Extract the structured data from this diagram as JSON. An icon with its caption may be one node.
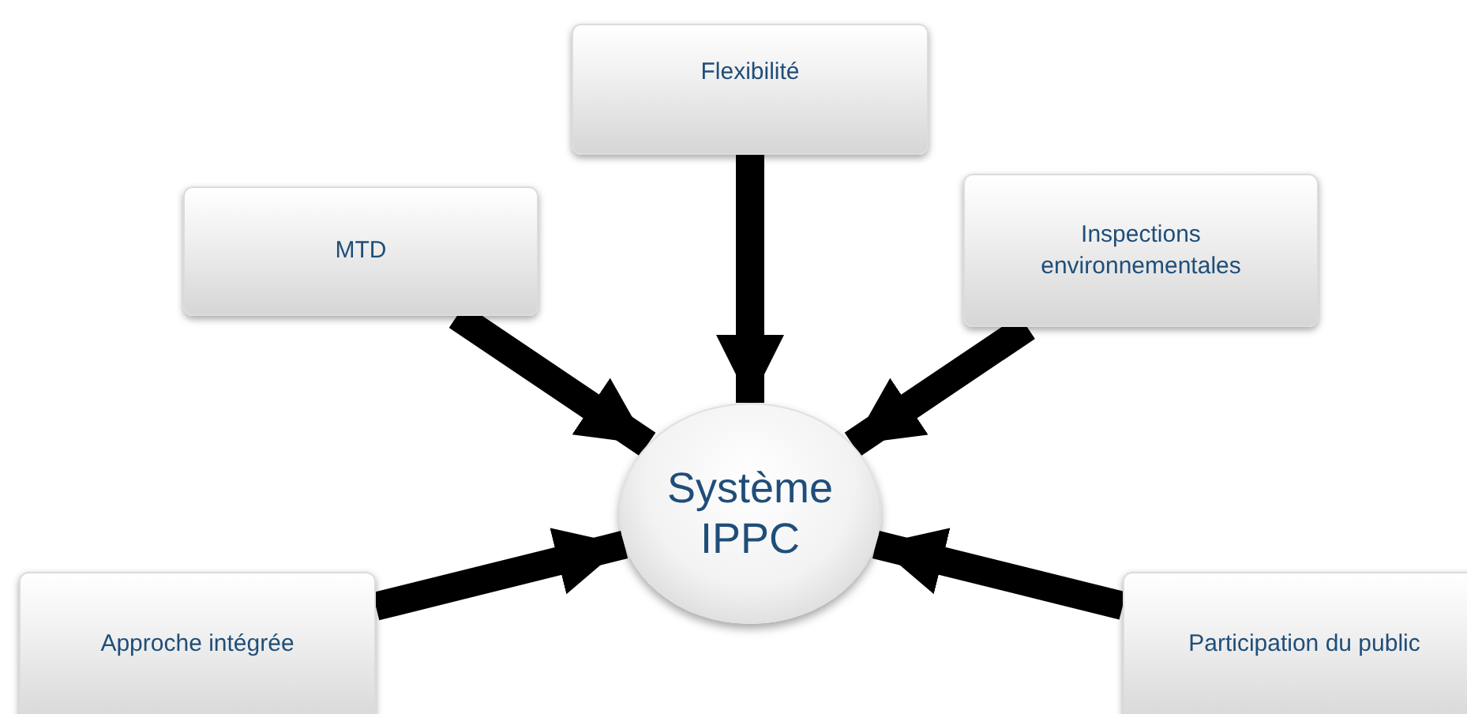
{
  "diagram": {
    "nodes": [
      {
        "text": [
          "Flexibilité"
        ]
      },
      {
        "text": [
          "MTD"
        ]
      },
      {
        "text": [
          "Inspections environnementales"
        ]
      },
      {
        "text": [
          "Système IPPC"
        ]
      },
      {
        "text": [
          "Approche intégrée"
        ]
      },
      {
        "text": [
          "Participation du public"
        ]
      }
    ],
    "edges": [
      {
        "from": 0,
        "to": 3,
        "arrow": "to"
      },
      {
        "from": 1,
        "to": 3,
        "arrow": "to"
      },
      {
        "from": 2,
        "to": 3,
        "arrow": "to"
      },
      {
        "from": 4,
        "to": 3,
        "arrow": "to"
      },
      {
        "from": 5,
        "to": 3,
        "arrow": "to"
      }
    ]
  }
}
